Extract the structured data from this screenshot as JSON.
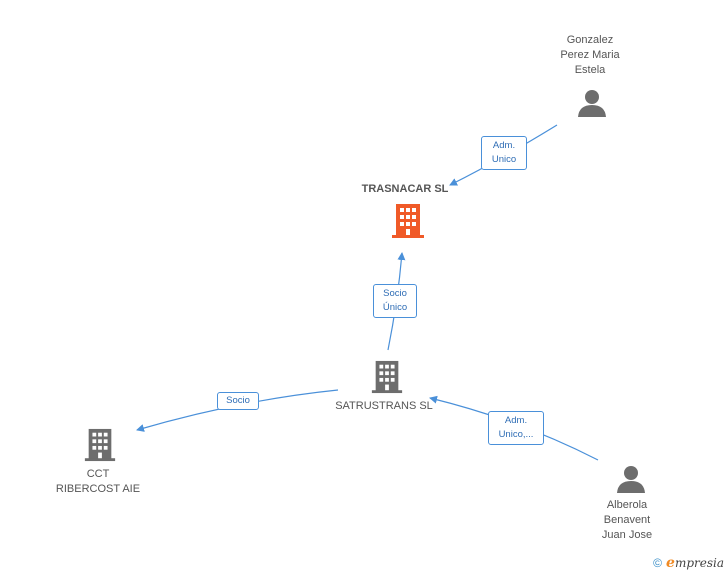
{
  "nodes": {
    "main_company": {
      "label": "TRASNACAR SL",
      "color": "#f05a28"
    },
    "satrustrans": {
      "label": "SATRUSTRANS SL",
      "color": "#6d6d6d"
    },
    "cct": {
      "label": "CCT\nRIBERCOST AIE",
      "color": "#6d6d6d"
    },
    "gonzalez": {
      "label": "Gonzalez\nPerez Maria\nEstela",
      "color": "#6d6d6d"
    },
    "alberola": {
      "label": "Alberola\nBenavent\nJuan Jose",
      "color": "#6d6d6d"
    }
  },
  "relations": {
    "gonzalez_to_main": "Adm.\nUnico",
    "satrustrans_to_main": "Socio\nÚnico",
    "satrustrans_to_cct": "Socio",
    "alberola_to_satrustrans": "Adm.\nUnico,..."
  },
  "colors": {
    "edge": "#4a90d9",
    "edge_box_border": "#4a90d9",
    "edge_text": "#2f6db5"
  },
  "footer": {
    "copyright": "©",
    "brand_e": "e",
    "brand_rest": "mpresia"
  }
}
